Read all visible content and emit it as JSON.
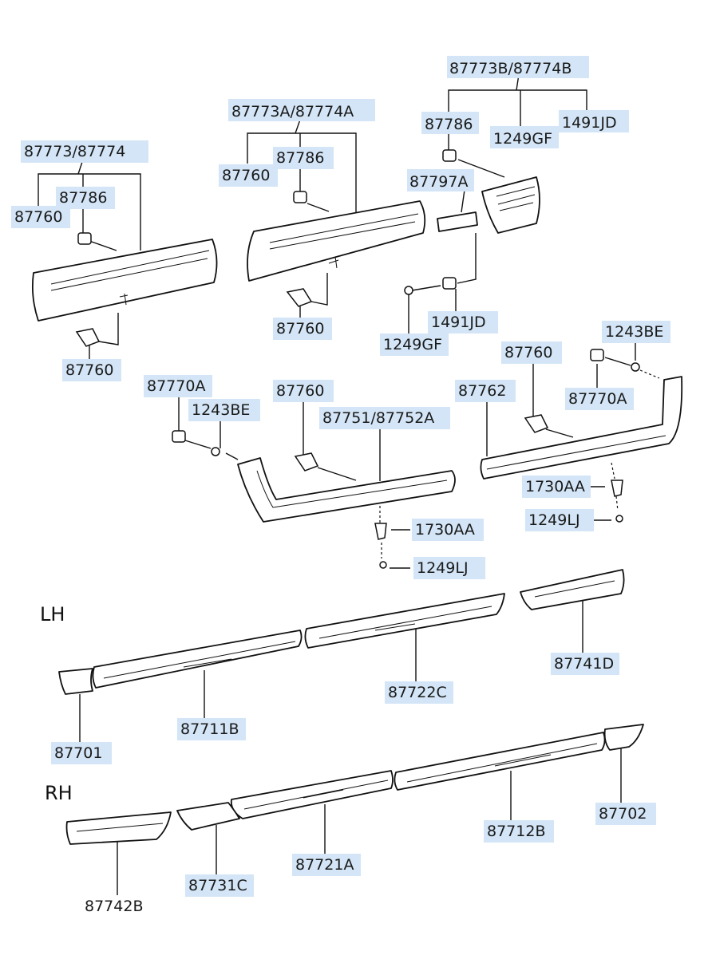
{
  "labels": {
    "p87773B_87774B": "87773B/87774B",
    "p87786_c": "87786",
    "p1249GF_top": "1249GF",
    "p1491JD_top": "1491JD",
    "p87797A": "87797A",
    "p87773A_87774A": "87773A/87774A",
    "p87760_b1": "87760",
    "p87786_b": "87786",
    "p87760_b2": "87760",
    "p87773_87774": "87773/87774",
    "p87786_a": "87786",
    "p87760_a1": "87760",
    "p87760_a2": "87760",
    "p1249GF_mid": "1249GF",
    "p1491JD_mid": "1491JD",
    "p1243BE_right": "1243BE",
    "p87760_r": "87760",
    "p87770A_right": "87770A",
    "p87762": "87762",
    "p1730AA_right": "1730AA",
    "p1249LJ_right": "1249LJ",
    "p87770A_left": "87770A",
    "p1243BE_left": "1243BE",
    "p87760_m": "87760",
    "p87751_87752A": "87751/87752A",
    "p1730AA_left": "1730AA",
    "p1249LJ_left": "1249LJ",
    "p87741D": "87741D",
    "p87722C": "87722C",
    "p87711B": "87711B",
    "p87701": "87701",
    "p87702": "87702",
    "p87712B": "87712B",
    "p87721A": "87721A",
    "p87731C": "87731C",
    "p87742B": "87742B"
  },
  "sides": {
    "lh": "LH",
    "rh": "RH"
  },
  "colors": {
    "label_highlight": "#d3e5f6",
    "line": "#111111",
    "background": "#ffffff"
  }
}
